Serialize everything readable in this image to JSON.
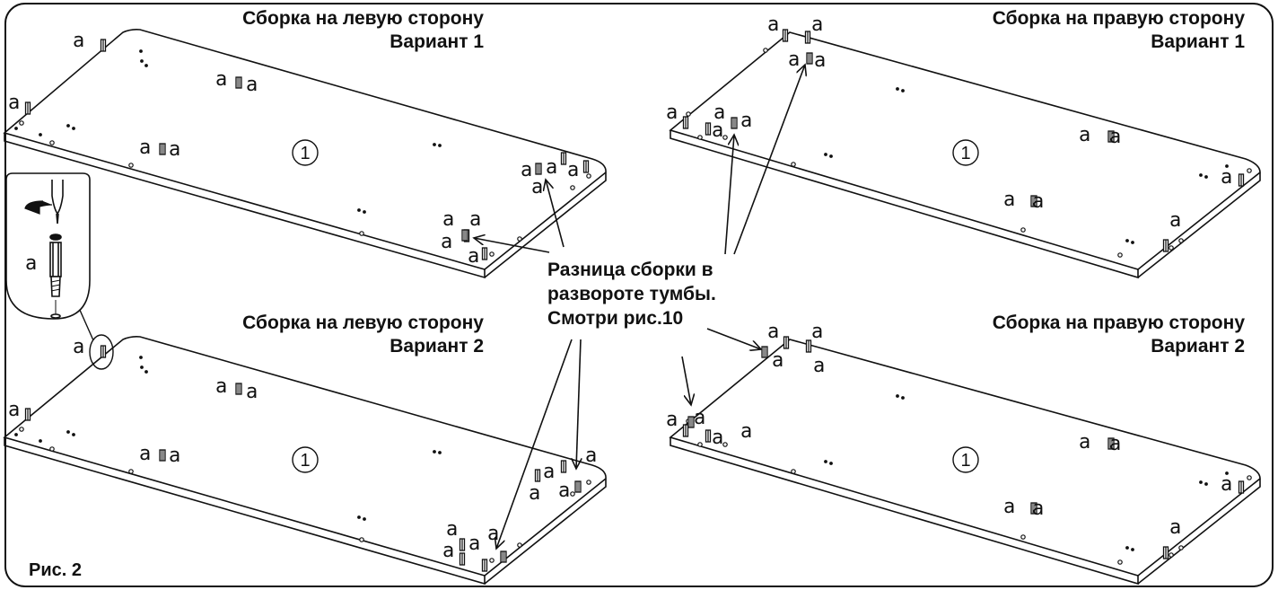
{
  "panels": [
    {
      "title": "Сборка на левую сторону",
      "variant": "Вариант 1",
      "part_number": "1"
    },
    {
      "title": "Сборка на правую сторону",
      "variant": "Вариант 1",
      "part_number": "1"
    },
    {
      "title": "Сборка на левую сторону",
      "variant": "Вариант 2",
      "part_number": "1"
    },
    {
      "title": "Сборка на правую сторону",
      "variant": "Вариант 2",
      "part_number": "1"
    }
  ],
  "fitting_label": "a",
  "note": {
    "line1": "Разница сборки в",
    "line2": "развороте тумбы.",
    "line3": "Смотри рис.10"
  },
  "figure_label": "Рис. 2",
  "colors": {
    "ink": "#111111",
    "paper": "#ffffff"
  },
  "icons": [
    "screwdriver-icon",
    "rotate-arrow-icon",
    "cam-dowel-icon"
  ]
}
